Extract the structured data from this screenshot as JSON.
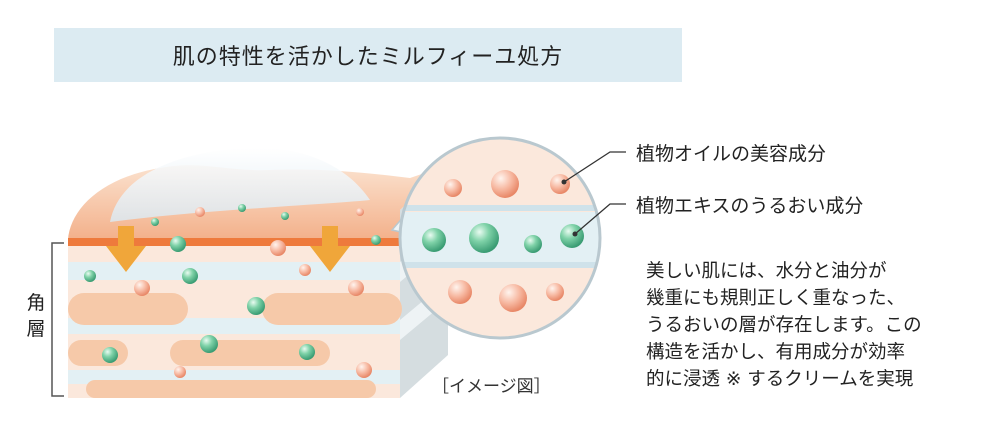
{
  "title": "肌の特性を活かしたミルフィーユ処方",
  "side_label": [
    "角",
    "層"
  ],
  "caption": "［イメージ図］",
  "legend": {
    "oil": "植物オイルの美容成分",
    "moisture": "植物エキスのうるおい成分"
  },
  "description": [
    "美しい肌には、水分と油分が",
    "幾重にも規則正しく重なった、",
    "うるおいの層が存在します。この",
    "構造を活かし、有用成分が効率",
    "的に浸透 ※ するクリームを実現"
  ],
  "colors": {
    "title_bg": "#dcebf2",
    "oil_layer": "#f6c9a9",
    "water_layer": "#e3f0f4",
    "arrow": "#f0a63a",
    "dot_green": "#6cc59a",
    "dot_orange": "#f2a58a"
  }
}
